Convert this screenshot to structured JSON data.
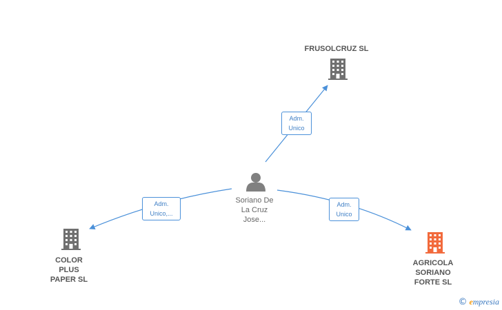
{
  "colors": {
    "edge": "#4a90d9",
    "building": "#707070",
    "building_highlight": "#f26a3c",
    "person": "#808080"
  },
  "nodes": {
    "center": {
      "label": "Soriano De\nLa Cruz\nJose...",
      "icon": "person-icon"
    },
    "frusolcruz": {
      "label": "FRUSOLCRUZ SL",
      "icon": "building-icon"
    },
    "colorplus": {
      "label": "COLOR\nPLUS\nPAPER  SL",
      "icon": "building-icon"
    },
    "agricola": {
      "label": "AGRICOLA\nSORIANO\nFORTE  SL",
      "icon": "building-icon"
    }
  },
  "edges": {
    "to_frusolcruz": "Adm.\nUnico",
    "to_colorplus": "Adm.\nUnico,...",
    "to_agricola": "Adm.\nUnico"
  },
  "brand": {
    "copyright": "©",
    "initial": "e",
    "name": "mpresia"
  }
}
